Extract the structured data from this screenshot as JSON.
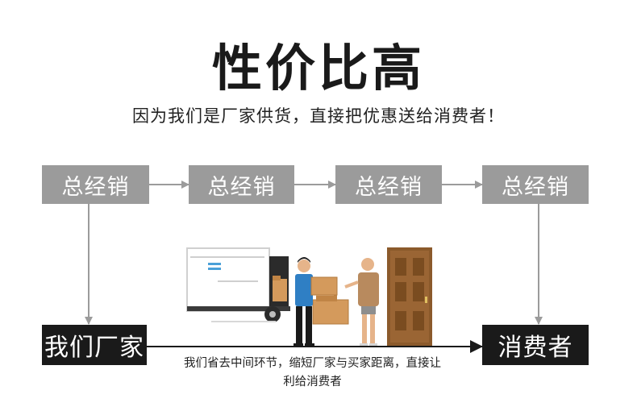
{
  "header": {
    "title": "性价比高",
    "subtitle": "因为我们是厂家供货，直接把优惠送给消费者！"
  },
  "distributors": [
    {
      "label": "总经销"
    },
    {
      "label": "总经销"
    },
    {
      "label": "总经销"
    },
    {
      "label": "总经销"
    }
  ],
  "factory": {
    "label": "我们厂家"
  },
  "consumer": {
    "label": "消费者"
  },
  "caption": {
    "line1": "我们省去中间环节，缩短厂家与买家距离，直接让",
    "line2": "利给消费者"
  },
  "colors": {
    "box_gray": "#9b9b9b",
    "box_black": "#1a1a1a",
    "arrow": "#9b9b9b",
    "door": "#8b5a2b"
  }
}
